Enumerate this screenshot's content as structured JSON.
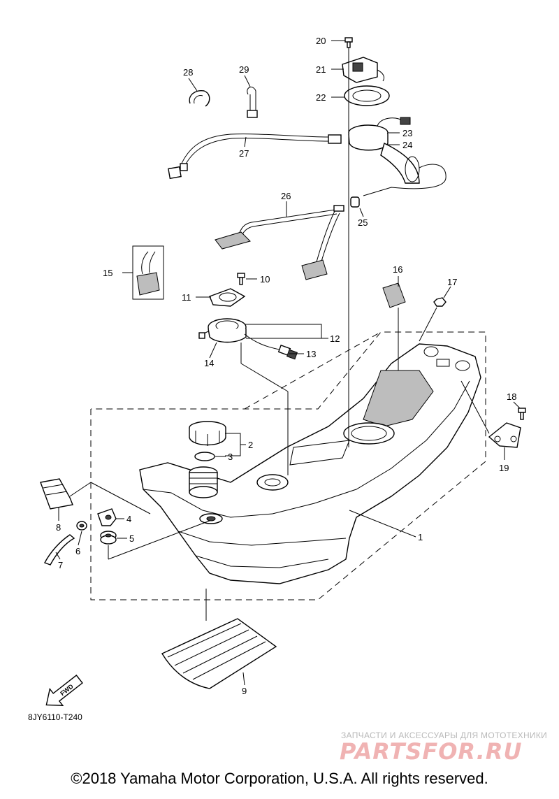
{
  "diagram": {
    "callouts": [
      {
        "id": "1",
        "label": "1"
      },
      {
        "id": "2",
        "label": "2"
      },
      {
        "id": "3",
        "label": "3"
      },
      {
        "id": "4",
        "label": "4"
      },
      {
        "id": "5",
        "label": "5"
      },
      {
        "id": "6",
        "label": "6"
      },
      {
        "id": "7",
        "label": "7"
      },
      {
        "id": "8",
        "label": "8"
      },
      {
        "id": "9",
        "label": "9"
      },
      {
        "id": "10",
        "label": "10"
      },
      {
        "id": "11",
        "label": "11"
      },
      {
        "id": "12",
        "label": "12"
      },
      {
        "id": "13",
        "label": "13"
      },
      {
        "id": "14",
        "label": "14"
      },
      {
        "id": "15",
        "label": "15"
      },
      {
        "id": "16",
        "label": "16"
      },
      {
        "id": "17",
        "label": "17"
      },
      {
        "id": "18",
        "label": "18"
      },
      {
        "id": "19",
        "label": "19"
      },
      {
        "id": "20",
        "label": "20"
      },
      {
        "id": "21",
        "label": "21"
      },
      {
        "id": "22",
        "label": "22"
      },
      {
        "id": "23",
        "label": "23"
      },
      {
        "id": "24",
        "label": "24"
      },
      {
        "id": "25",
        "label": "25"
      },
      {
        "id": "26",
        "label": "26"
      },
      {
        "id": "27",
        "label": "27"
      },
      {
        "id": "28",
        "label": "28"
      },
      {
        "id": "29",
        "label": "29"
      }
    ],
    "fwd_label": "FWD",
    "diagram_code": "8JY6110-T240"
  },
  "footer": {
    "copyright": "©2018 Yamaha Motor Corporation, U.S.A. All rights reserved."
  },
  "watermark": {
    "tagline": "ЗАПЧАСТИ И АКСЕССУАРЫ ДЛЯ МОТОТЕХНИКИ",
    "logo_text": "PARTSFOR.RU"
  }
}
